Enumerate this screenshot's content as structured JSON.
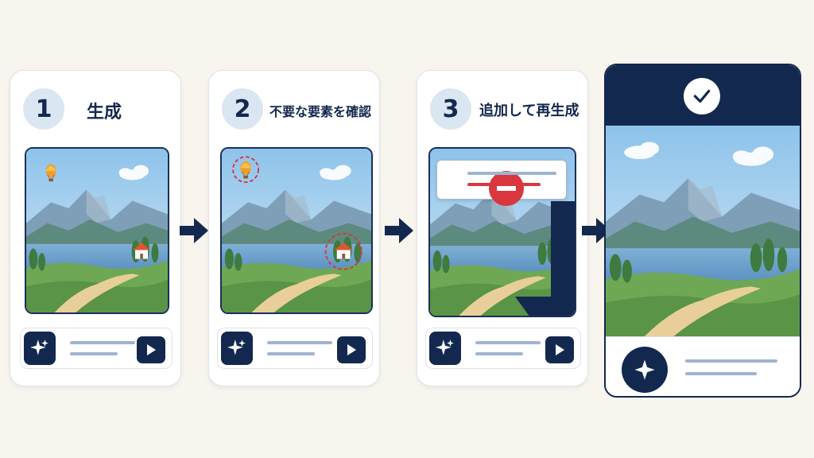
{
  "steps": [
    {
      "number": "1",
      "title": "生成"
    },
    {
      "number": "2",
      "title": "不要な要素を確認"
    },
    {
      "number": "3",
      "title": "追加して再生成"
    }
  ],
  "colors": {
    "navy": "#13284f",
    "badge_bg": "#dbe6f3",
    "background": "#f8f4ee",
    "highlight_red": "#d9363e",
    "prompt_line": "#9fb4d0"
  },
  "icons": {
    "prompt_button": "sparkle-icon",
    "submit_button": "play-icon",
    "flow_arrow": "arrow-right-icon",
    "complete": "checkmark-icon",
    "remove_marker": "minus-circle-icon"
  }
}
